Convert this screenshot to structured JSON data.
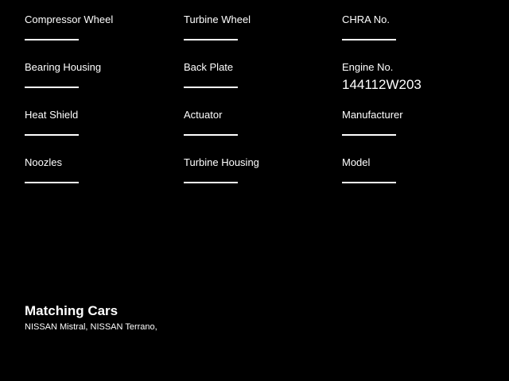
{
  "theme": {
    "background": "#000000",
    "text": "#ffffff"
  },
  "columns": [
    {
      "fields": [
        {
          "label": "Compressor Wheel",
          "value": ""
        },
        {
          "label": "Bearing Housing",
          "value": ""
        },
        {
          "label": "Heat Shield",
          "value": ""
        },
        {
          "label": "Noozles",
          "value": ""
        }
      ]
    },
    {
      "fields": [
        {
          "label": "Turbine Wheel",
          "value": ""
        },
        {
          "label": "Back Plate",
          "value": ""
        },
        {
          "label": "Actuator",
          "value": ""
        },
        {
          "label": "Turbine Housing",
          "value": ""
        }
      ]
    },
    {
      "fields": [
        {
          "label": "CHRA No.",
          "value": ""
        },
        {
          "label": "Engine No.",
          "value": "144112W203"
        },
        {
          "label": "Manufacturer",
          "value": ""
        },
        {
          "label": "Model",
          "value": ""
        }
      ]
    }
  ],
  "matching_cars": {
    "title": "Matching Cars",
    "list": "NISSAN Mistral, NISSAN Terrano,"
  }
}
